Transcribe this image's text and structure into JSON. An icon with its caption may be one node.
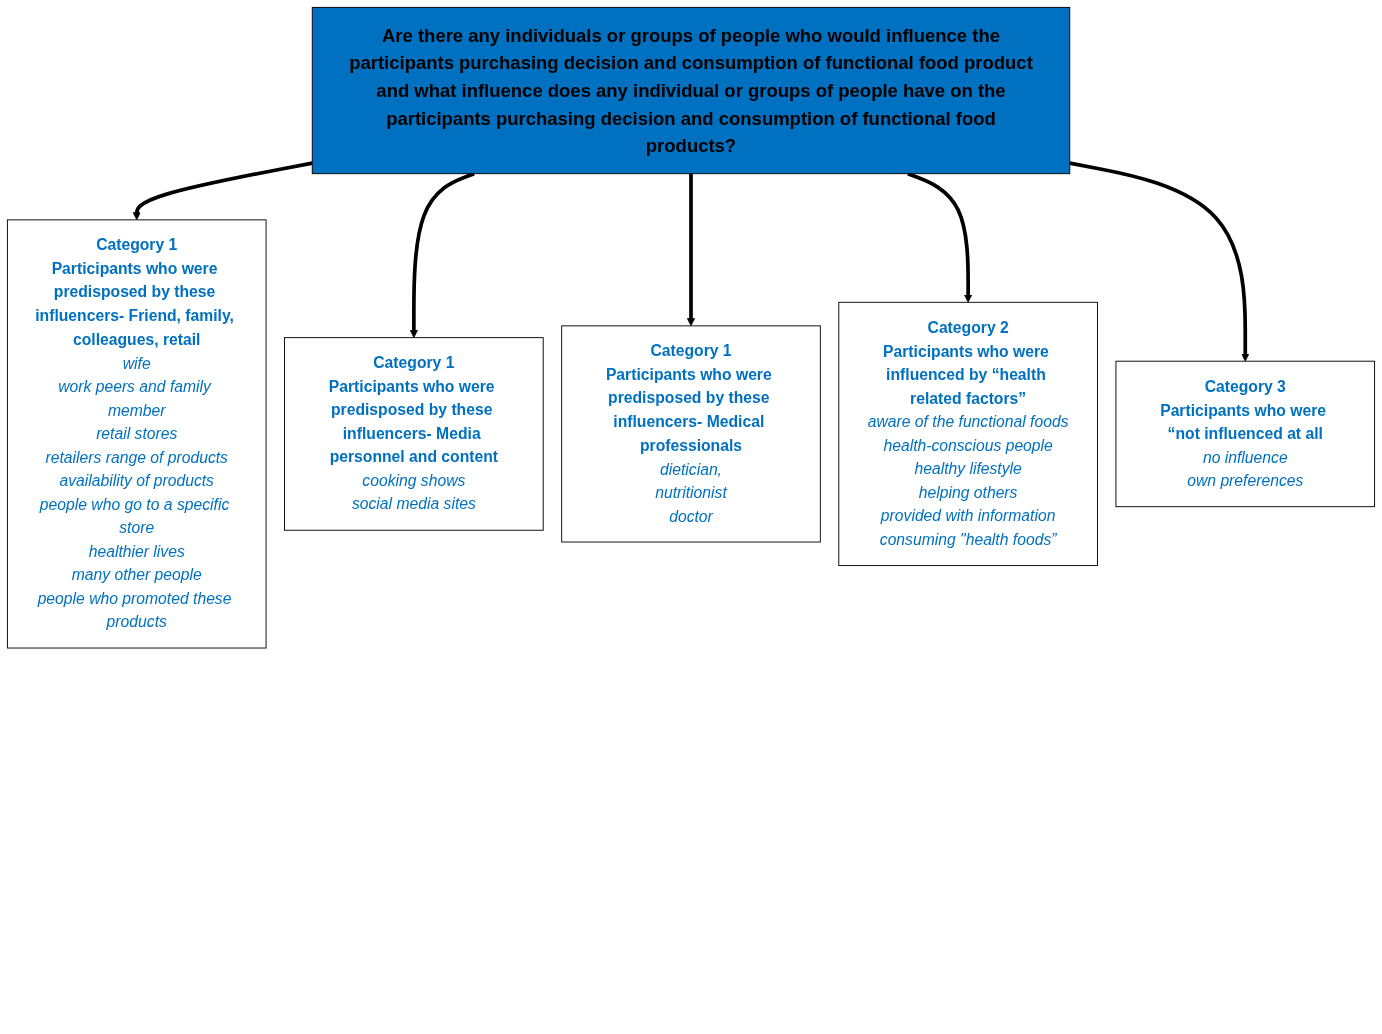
{
  "diagram": {
    "nodes": [
      {
        "text": [
          "Are there any individuals or groups of people who would influence the participants purchasing decision and consumption of functional food product and what influence does any individual or groups of people have on the participants purchasing decision and consumption of functional food products?"
        ]
      },
      {
        "text": [
          "Category 1",
          "Participants who were predisposed by these influencers- Friend, family, colleagues, retail",
          "wife",
          "work peers and family member",
          "retail stores",
          "retailers range of products",
          "availability of products",
          "people who go to a specific store",
          "healthier lives",
          "many other people",
          "people who promoted these products"
        ]
      },
      {
        "text": [
          "Category 1",
          "Participants who were predisposed by these influencers- Media personnel and content",
          "cooking shows",
          "social media sites"
        ]
      },
      {
        "text": [
          "Category 1",
          "Participants who were predisposed by these influencers- Medical professionals",
          "dietician,",
          "nutritionist",
          "doctor"
        ]
      },
      {
        "text": [
          "Category 2",
          "Participants who were influenced by “health related factors”",
          "aware of the functional foods",
          "health-conscious people",
          "healthy lifestyle",
          "helping others",
          "provided with information",
          "consuming \"health foods”"
        ]
      },
      {
        "text": [
          "Category 3",
          "Participants who were “not influenced at all",
          "no influence",
          "own preferences"
        ]
      }
    ],
    "edges": [
      {
        "from": 0,
        "to": 1,
        "arrow": "to"
      },
      {
        "from": 0,
        "to": 2,
        "arrow": "to"
      },
      {
        "from": 0,
        "to": 3,
        "arrow": "to"
      },
      {
        "from": 0,
        "to": 4,
        "arrow": "to"
      },
      {
        "from": 0,
        "to": 5,
        "arrow": "to"
      }
    ]
  }
}
